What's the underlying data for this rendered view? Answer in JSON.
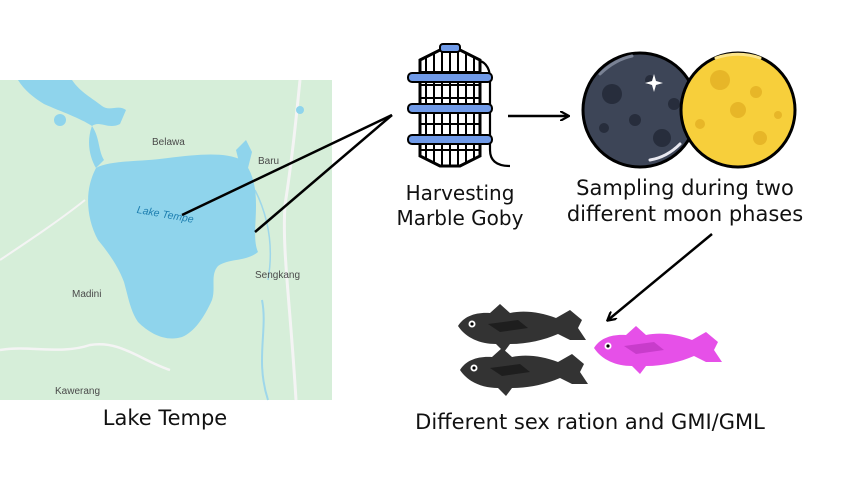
{
  "map": {
    "caption": "Lake Tempe",
    "places": {
      "belawa": "Belawa",
      "baru": "Baru",
      "sengkang": "Sengkang",
      "madini": "Madini",
      "kawerang": "Kawerang",
      "lake": "Lake Tempe"
    }
  },
  "steps": {
    "harvest": {
      "line1": "Harvesting",
      "line2": "Marble Goby",
      "icon": "fish-trap-icon"
    },
    "sampling": {
      "line1": "Sampling during two",
      "line2": "different moon phases",
      "icons": [
        "new-moon-icon",
        "full-moon-icon"
      ]
    },
    "result": {
      "label": "Different sex ration and GMI/GML",
      "icons": [
        "black-fish-icon",
        "pink-fish-icon"
      ]
    }
  },
  "colors": {
    "map_land": "#d6eed9",
    "lake_water": "#8fd4ec",
    "trap_blue": "#6f9ae8",
    "new_moon": "#3d4557",
    "full_moon": "#f7cf3b",
    "fish_black": "#333333",
    "fish_pink": "#e650e8"
  }
}
